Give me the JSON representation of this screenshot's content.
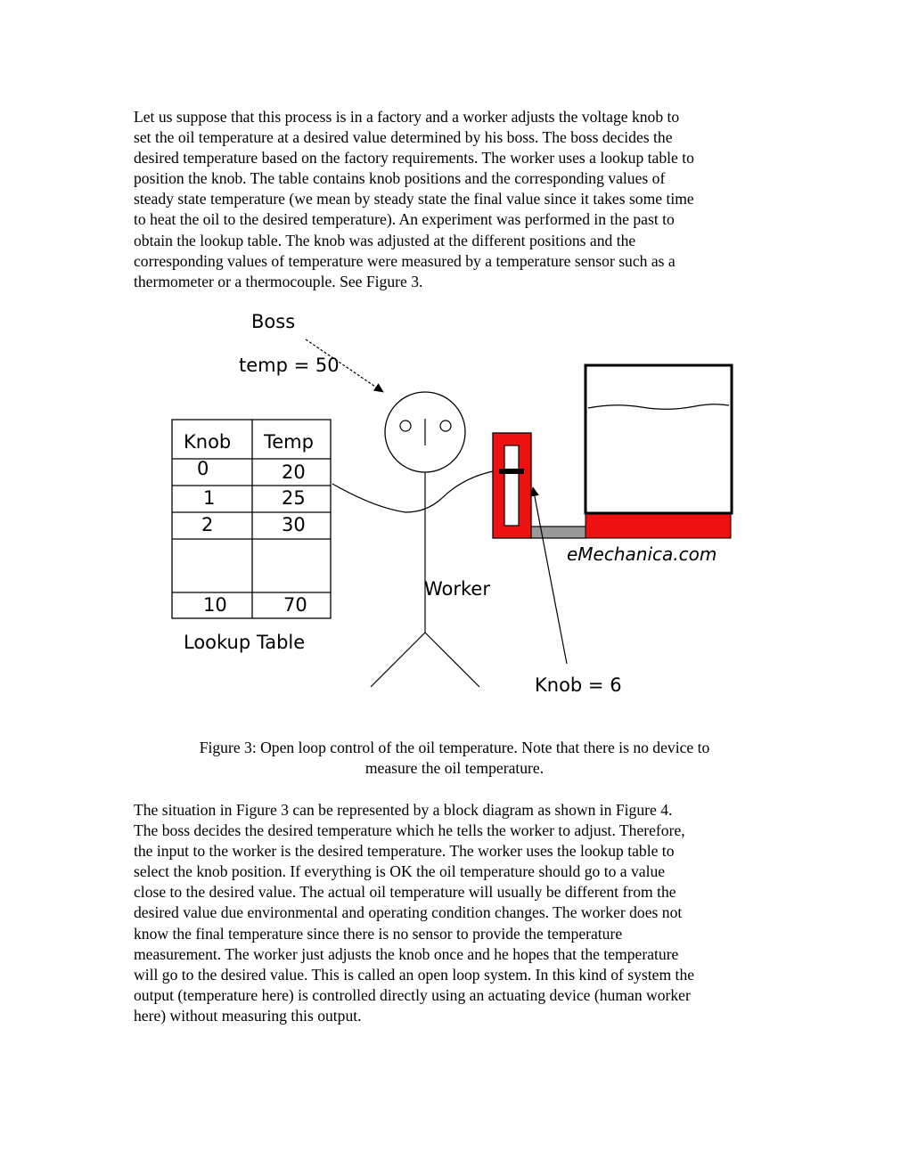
{
  "paragraph1": {
    "lines": [
      "Let us suppose that this process is in a factory and a worker adjusts the voltage knob to",
      "set the oil temperature at a desired value determined by his boss. The boss decides the",
      "desired temperature based on the factory requirements. The worker uses a lookup table to",
      "position the knob. The table contains knob positions and the corresponding values of",
      "steady state temperature (we mean by steady state the final value since it takes some time",
      "to heat the oil to the desired temperature). An experiment was performed in the past to",
      "obtain the lookup table. The knob was adjusted at the different positions and the",
      "corresponding values of temperature were measured by a temperature sensor such as a",
      "thermometer or a thermocouple. See Figure 3."
    ]
  },
  "figure": {
    "boss_label": "Boss",
    "boss_command": "temp = 50",
    "worker_label": "Worker",
    "knob_label": "Knob = 6",
    "watermark": "eMechanica.com",
    "table_caption": "Lookup Table",
    "table": {
      "headers": [
        "Knob",
        "Temp"
      ],
      "rows": [
        [
          "0",
          "20"
        ],
        [
          "1",
          "25"
        ],
        [
          "2",
          "30"
        ],
        [
          "",
          ""
        ],
        [
          "10",
          "70"
        ]
      ]
    },
    "colors": {
      "heater": "#ee1111",
      "connector": "#999999",
      "outline": "#000000"
    }
  },
  "caption": {
    "lines": [
      "Figure 3: Open loop control of the oil temperature. Note that there is no device to",
      "measure the oil temperature."
    ]
  },
  "paragraph2": {
    "lines": [
      "The situation in Figure 3 can be represented by a block diagram as shown in Figure 4.",
      "The boss decides the desired temperature which he tells the worker to adjust. Therefore,",
      "the input to the worker is the desired temperature. The worker uses the lookup table to",
      "select the knob position. If everything is OK the oil temperature should go to a value",
      "close to the desired value. The actual oil temperature will usually be different from the",
      "desired value due environmental and operating condition changes. The worker does not",
      "know the final temperature since there is no sensor to provide the temperature",
      "measurement. The worker just adjusts the knob once and he hopes that the temperature",
      "will go to the desired value. This is called an open loop system. In this kind of system the",
      "output (temperature here) is controlled directly using an actuating device (human worker",
      "here) without measuring this output."
    ]
  }
}
